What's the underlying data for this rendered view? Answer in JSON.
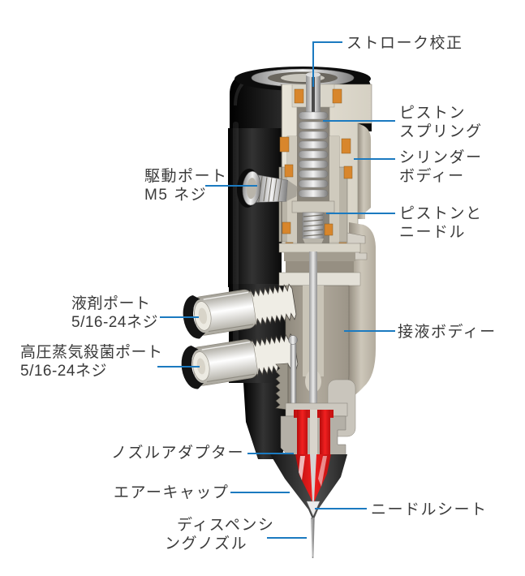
{
  "figure": {
    "kind": "dispensing-valve-cutaway-diagram"
  },
  "labels": {
    "stroke_calibration": "ストローク校正",
    "piston_spring": "ピストン\nスプリング",
    "cylinder_body": "シリンダー\nボディー",
    "drive_port": "駆動ポート\nM5 ネジ",
    "piston_and_needle": "ピストンと\nニードル",
    "liquid_port": "液剤ポート\n5/16-24ネジ",
    "sterilization_port": "高圧蒸気殺菌ポート\n5/16-24ネジ",
    "wetted_body": "接液ボディー",
    "nozzle_adapter": "ノズルアダプター",
    "air_cap": "エアーキャップ",
    "needle_seat": "ニードルシート",
    "dispensing_nozzle": "ディスペンシ\nングノズル"
  },
  "colors": {
    "leader_line": "#1b7ac0",
    "label_text": "#3a3a3a",
    "seal_orange": "#d8862c",
    "fluid_red": "#e01212",
    "body_black": "#111111",
    "cut_face_cream": "#ddd8cb",
    "wetted_body_tan": "#b3ac9e"
  }
}
